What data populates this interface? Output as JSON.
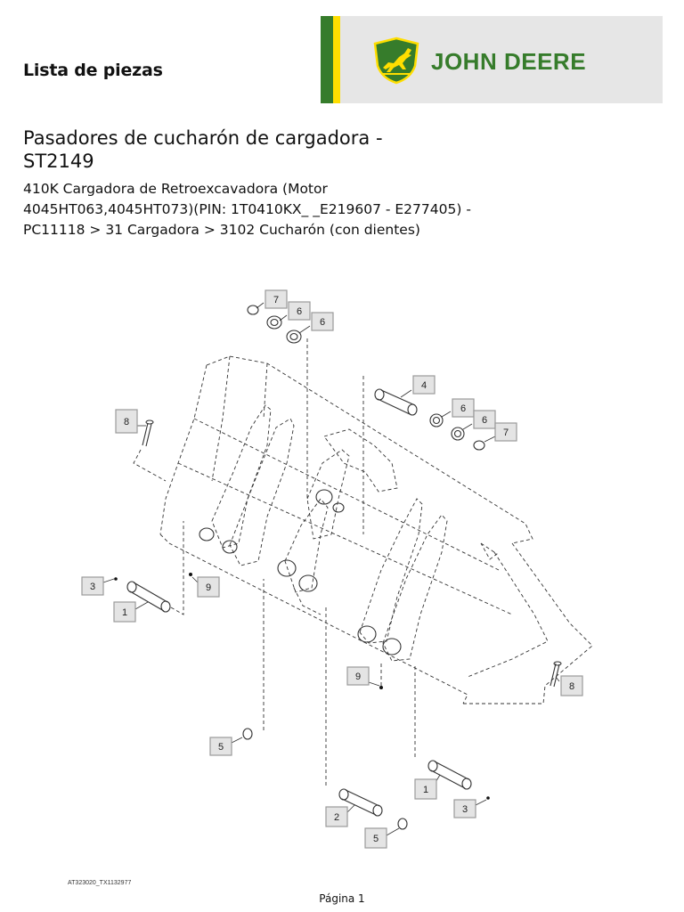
{
  "header": {
    "title": "Lista de piezas",
    "brand_name": "JOHN DEERE",
    "brand_colors": {
      "green": "#367c2b",
      "yellow": "#ffde00"
    },
    "logo_icon": "leaping-deer-logo"
  },
  "document": {
    "title_line1": "Pasadores de cucharón de cargadora -",
    "title_line2": "ST2149",
    "subtitle_line1": "410K Cargadora de Retroexcavadora (Motor",
    "subtitle_line2": "4045HT063,4045HT073)(PIN: 1T0410KX_ _E219607 - E277405) -",
    "subtitle_line3": "PC11118 > 31 Cargadora > 3102 Cucharón (con dientes)"
  },
  "diagram": {
    "callouts": [
      {
        "id": "c7a",
        "label": "7"
      },
      {
        "id": "c6a",
        "label": "6"
      },
      {
        "id": "c6b",
        "label": "6"
      },
      {
        "id": "c4",
        "label": "4"
      },
      {
        "id": "c6c",
        "label": "6"
      },
      {
        "id": "c6d",
        "label": "6"
      },
      {
        "id": "c7b",
        "label": "7"
      },
      {
        "id": "c8a",
        "label": "8"
      },
      {
        "id": "c3a",
        "label": "3"
      },
      {
        "id": "c9a",
        "label": "9"
      },
      {
        "id": "c1a",
        "label": "1"
      },
      {
        "id": "c9b",
        "label": "9"
      },
      {
        "id": "c8b",
        "label": "8"
      },
      {
        "id": "c5a",
        "label": "5"
      },
      {
        "id": "c1b",
        "label": "1"
      },
      {
        "id": "c2",
        "label": "2"
      },
      {
        "id": "c3b",
        "label": "3"
      },
      {
        "id": "c5b",
        "label": "5"
      }
    ]
  },
  "footer": {
    "code": "AT323020_TX1132977",
    "page": "Página 1"
  }
}
